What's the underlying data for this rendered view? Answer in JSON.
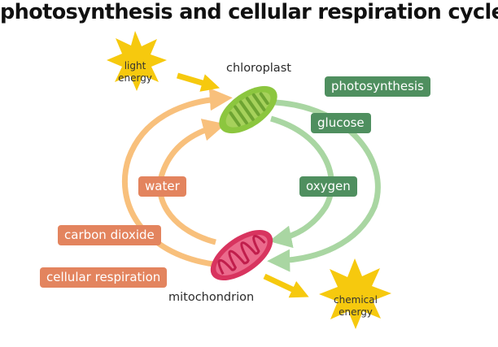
{
  "title": "photosynthesis and cellular respiration cycle",
  "labels": {
    "chloroplast": "chloroplast",
    "mitochondrion": "mitochondrion",
    "light_energy_line1": "light",
    "light_energy_line2": "energy",
    "chemical_energy_line1": "chemical",
    "chemical_energy_line2": "energy"
  },
  "tags": {
    "photosynthesis": "photosynthesis",
    "glucose": "glucose",
    "oxygen": "oxygen",
    "water": "water",
    "carbon_dioxide": "carbon dioxide",
    "cellular_respiration": "cellular respiration"
  },
  "colors": {
    "green_tag": "#4f8f5f",
    "orange_tag": "#e3845e",
    "green_arrow": "#a9d6a2",
    "orange_arrow": "#f8c07c",
    "sun": "#f6c90e",
    "chloroplast": "#8cc63f",
    "mitochondrion": "#d8345f"
  }
}
